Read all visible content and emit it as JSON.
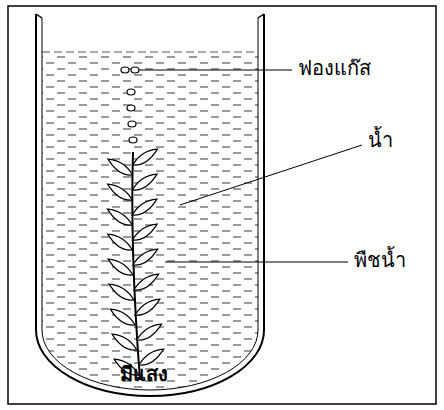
{
  "diagram": {
    "labels": [
      "ฟองแก๊ส",
      "น้ำ",
      "พืชน้ำ",
      "มีแสง"
    ]
  }
}
